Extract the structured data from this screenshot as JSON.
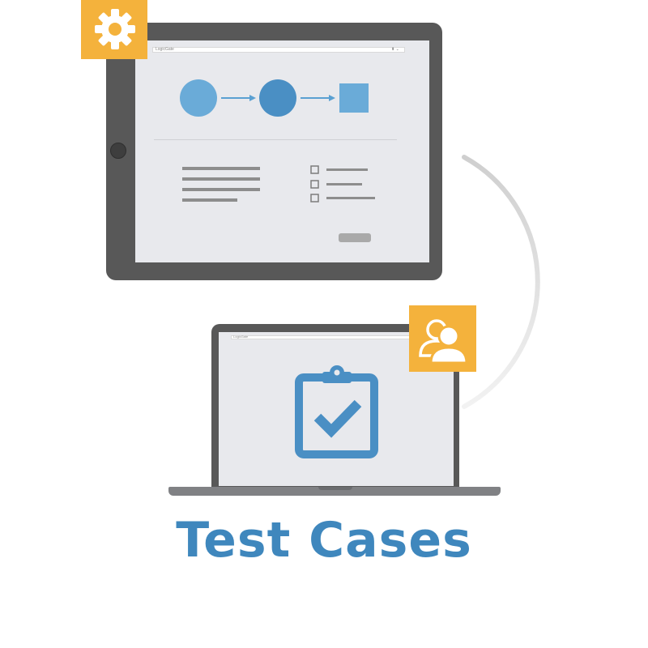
{
  "illustration": {
    "title": "Test Cases",
    "tablet_browser": {
      "url_text": "LogicGate",
      "url_controls": "⬍ ⌄"
    },
    "laptop_browser": {
      "url_text": "LogicGate"
    }
  },
  "icons": [
    "gear-icon",
    "users-icon",
    "clipboard-check-icon",
    "circle-node-icon",
    "arrow-right-icon",
    "square-node-icon",
    "checkbox-icon"
  ],
  "colors": {
    "accent_blue": "#3f87bd",
    "badge_orange": "#f4b23c",
    "device_dark": "#585858",
    "screen_bg": "#e8e9ed"
  }
}
